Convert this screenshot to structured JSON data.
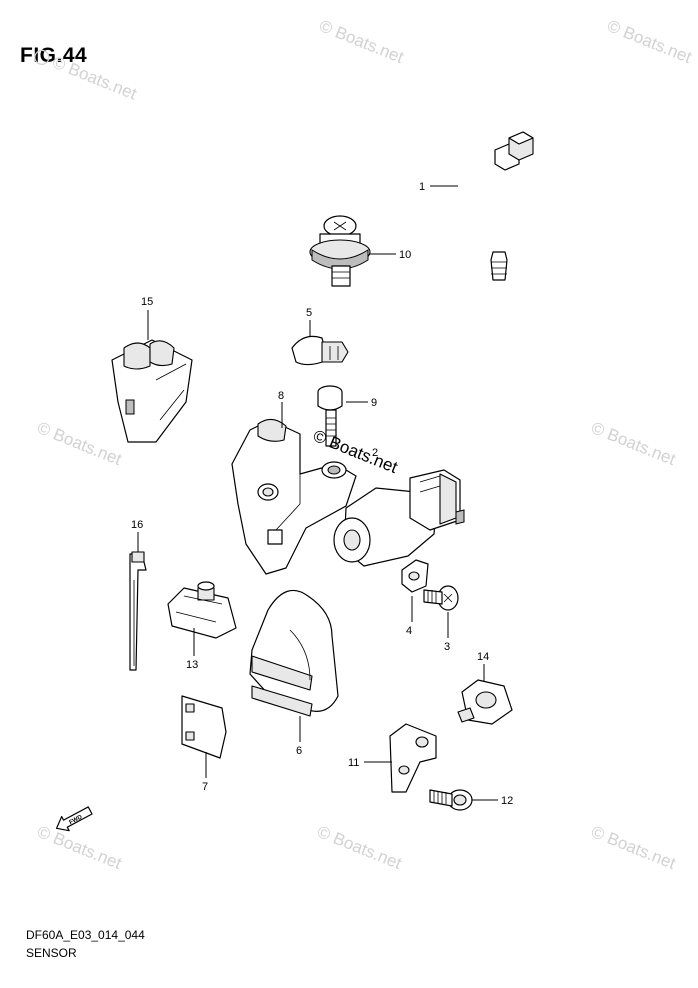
{
  "figure": {
    "title": "FIG.44",
    "diagram_code": "DF60A_E03_014_044",
    "section_name": "SENSOR"
  },
  "watermark": {
    "text": "© Boats.net"
  },
  "callouts": [
    {
      "id": "1",
      "label": "1"
    },
    {
      "id": "2",
      "label": "2"
    },
    {
      "id": "3",
      "label": "3"
    },
    {
      "id": "4",
      "label": "4"
    },
    {
      "id": "5",
      "label": "5"
    },
    {
      "id": "6",
      "label": "6"
    },
    {
      "id": "7",
      "label": "7"
    },
    {
      "id": "8",
      "label": "8"
    },
    {
      "id": "9",
      "label": "9"
    },
    {
      "id": "10",
      "label": "10"
    },
    {
      "id": "11",
      "label": "11"
    },
    {
      "id": "12",
      "label": "12"
    },
    {
      "id": "13",
      "label": "13"
    },
    {
      "id": "14",
      "label": "14"
    },
    {
      "id": "15",
      "label": "15"
    },
    {
      "id": "16",
      "label": "16"
    }
  ],
  "fwd_marker": {
    "text": "FWD",
    "icon": "arrow-icon"
  }
}
